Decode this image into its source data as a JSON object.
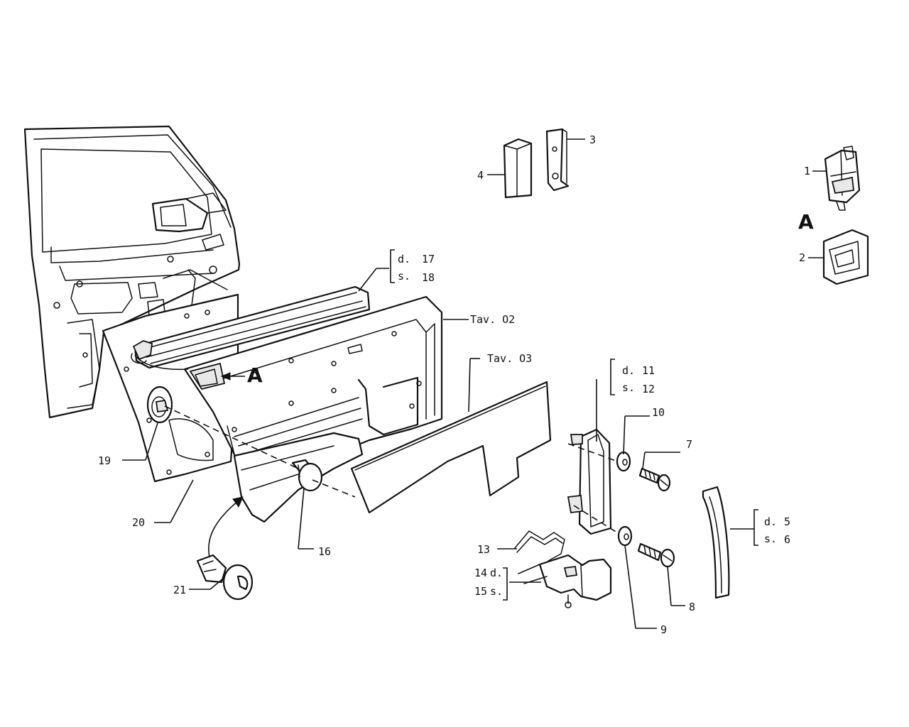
{
  "diagram": {
    "labels": {
      "p1": "1",
      "p2": "2",
      "p3": "3",
      "p4": "4",
      "p5": "5",
      "p6": "6",
      "p7": "7",
      "p8": "8",
      "p9": "9",
      "p10": "10",
      "p11": "11",
      "p12": "12",
      "p13": "13",
      "p14": "14",
      "p15": "15",
      "p16": "16",
      "p17": "17",
      "p18": "18",
      "p19": "19",
      "p20": "20",
      "p21": "21",
      "side_d": "d.",
      "side_s": "s.",
      "detail_a": "A",
      "ref_tav02": "Tav. O2",
      "ref_tav03": "Tav. O3"
    }
  }
}
